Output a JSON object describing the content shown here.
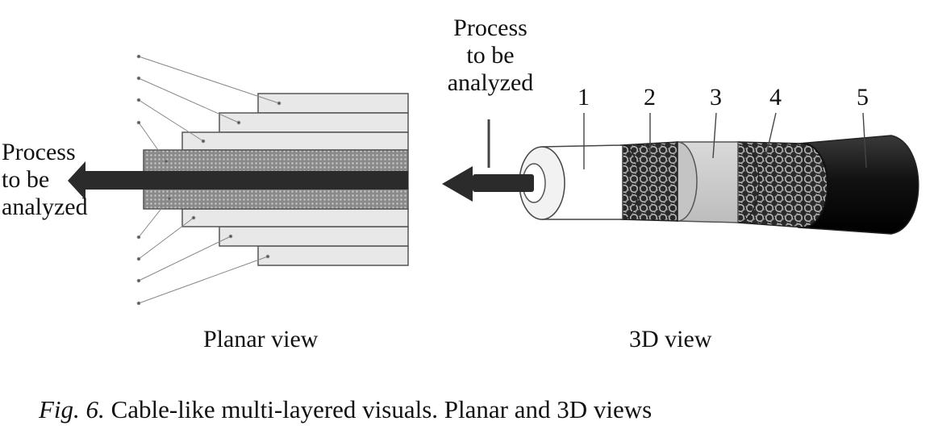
{
  "planar": {
    "process_label": [
      "Process",
      "to be",
      "analyzed"
    ],
    "caption": "Planar view"
  },
  "view3d": {
    "process_label": [
      "Process",
      "to be",
      "analyzed"
    ],
    "layer_numbers": [
      "1",
      "2",
      "3",
      "4",
      "5"
    ],
    "caption": "3D view"
  },
  "figure_caption": {
    "prefix": "Fig. 6.",
    "text": " Cable-like multi-layered visuals. Planar and 3D views"
  },
  "colors": {
    "arrow": "#2b2b2b",
    "layer_light": "#e8e8e8",
    "layer_grey": "#cfcfcf",
    "outer_jacket": "#1c1c1c"
  }
}
